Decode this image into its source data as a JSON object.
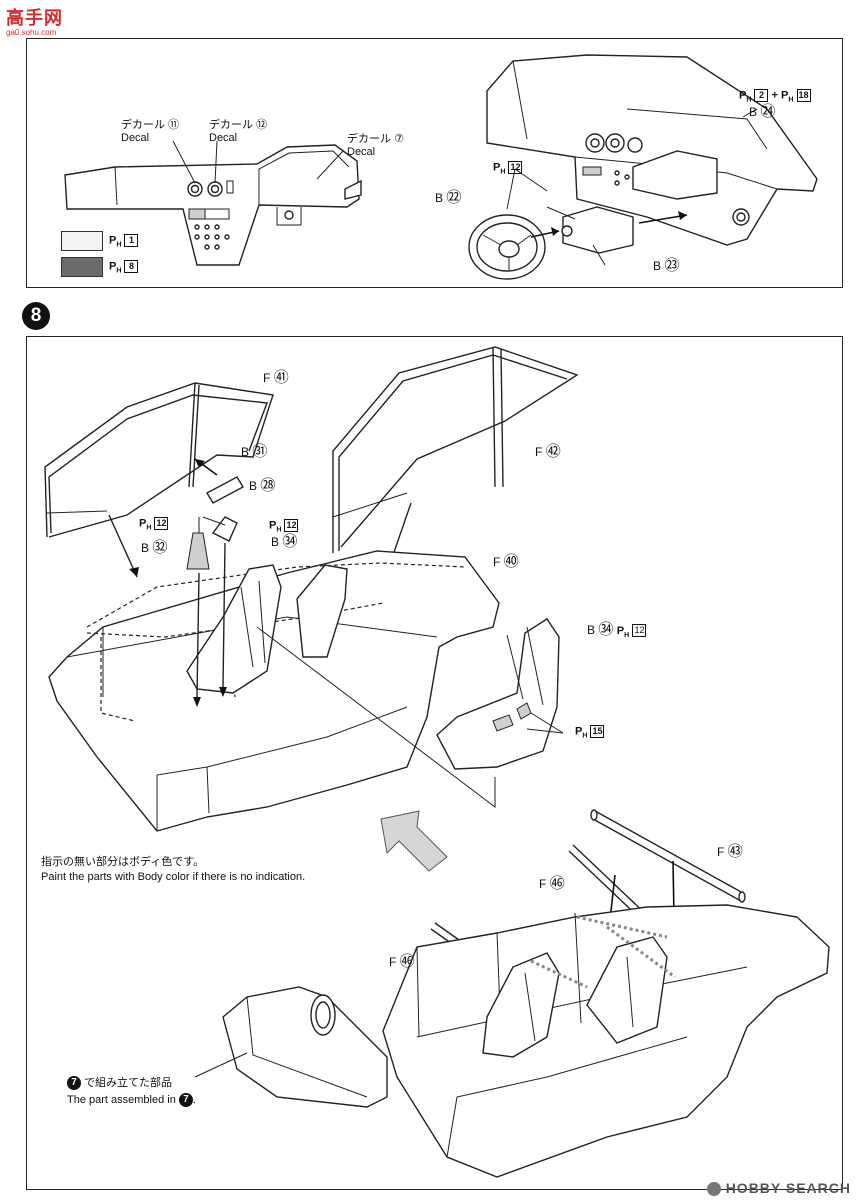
{
  "watermark_top": {
    "text": "高手网",
    "sub": "ga0.sohu.com",
    "color": "#d62b2b"
  },
  "panel_top": {
    "decal_11": {
      "jp": "デカール",
      "en": "Decal",
      "num": "⑪"
    },
    "decal_12": {
      "jp": "デカール",
      "en": "Decal",
      "num": "⑫"
    },
    "decal_7": {
      "jp": "デカール",
      "en": "Decal",
      "num": "⑦"
    },
    "legend": [
      {
        "ph": "P",
        "sub": "H",
        "num": "1",
        "color": "#f2f2f2"
      },
      {
        "ph": "P",
        "sub": "H",
        "num": "8",
        "color": "#6b6b6b"
      }
    ],
    "b24": {
      "prefix": "B",
      "num": "㉔",
      "paint": "P",
      "paint_sub": "H",
      "paint_a": "2",
      "plus": "+",
      "paint_b": "18"
    },
    "b22": {
      "prefix": "B",
      "num": "㉒"
    },
    "b23": {
      "prefix": "B",
      "num": "㉓"
    },
    "ph12": {
      "ph": "P",
      "sub": "H",
      "num": "12"
    }
  },
  "step": {
    "number": "8"
  },
  "panel_main": {
    "f41": {
      "prefix": "F",
      "num": "㊶"
    },
    "f42": {
      "prefix": "F",
      "num": "㊷"
    },
    "f40": {
      "prefix": "F",
      "num": "㊵"
    },
    "b31": {
      "prefix": "B",
      "num": "㉛"
    },
    "b28": {
      "prefix": "B",
      "num": "㉘"
    },
    "b32": {
      "prefix": "B",
      "num": "㉜"
    },
    "b34a": {
      "prefix": "B",
      "num": "㉞"
    },
    "b34b": {
      "prefix": "B",
      "num": "㉞",
      "ph": "P",
      "sub": "H",
      "num2": "12"
    },
    "ph12a": {
      "ph": "P",
      "sub": "H",
      "num": "12"
    },
    "ph12b": {
      "ph": "P",
      "sub": "H",
      "num": "12"
    },
    "ph15": {
      "ph": "P",
      "sub": "H",
      "num": "15"
    },
    "f43": {
      "prefix": "F",
      "num": "㊸"
    },
    "f46a": {
      "prefix": "F",
      "num": "㊻"
    },
    "f46b": {
      "prefix": "F",
      "num": "㊻"
    },
    "note_jp": "指示の無い部分はボディ色です。",
    "note_en": "Paint the parts with Body color if there is no indication.",
    "assembled_jp": "で組み立てた部品",
    "assembled_en": "The part assembled in",
    "assembled_step": "7"
  },
  "watermark_bottom": {
    "text": "HOBBY SEARCH",
    "brand_color": "#8a8a8a"
  }
}
